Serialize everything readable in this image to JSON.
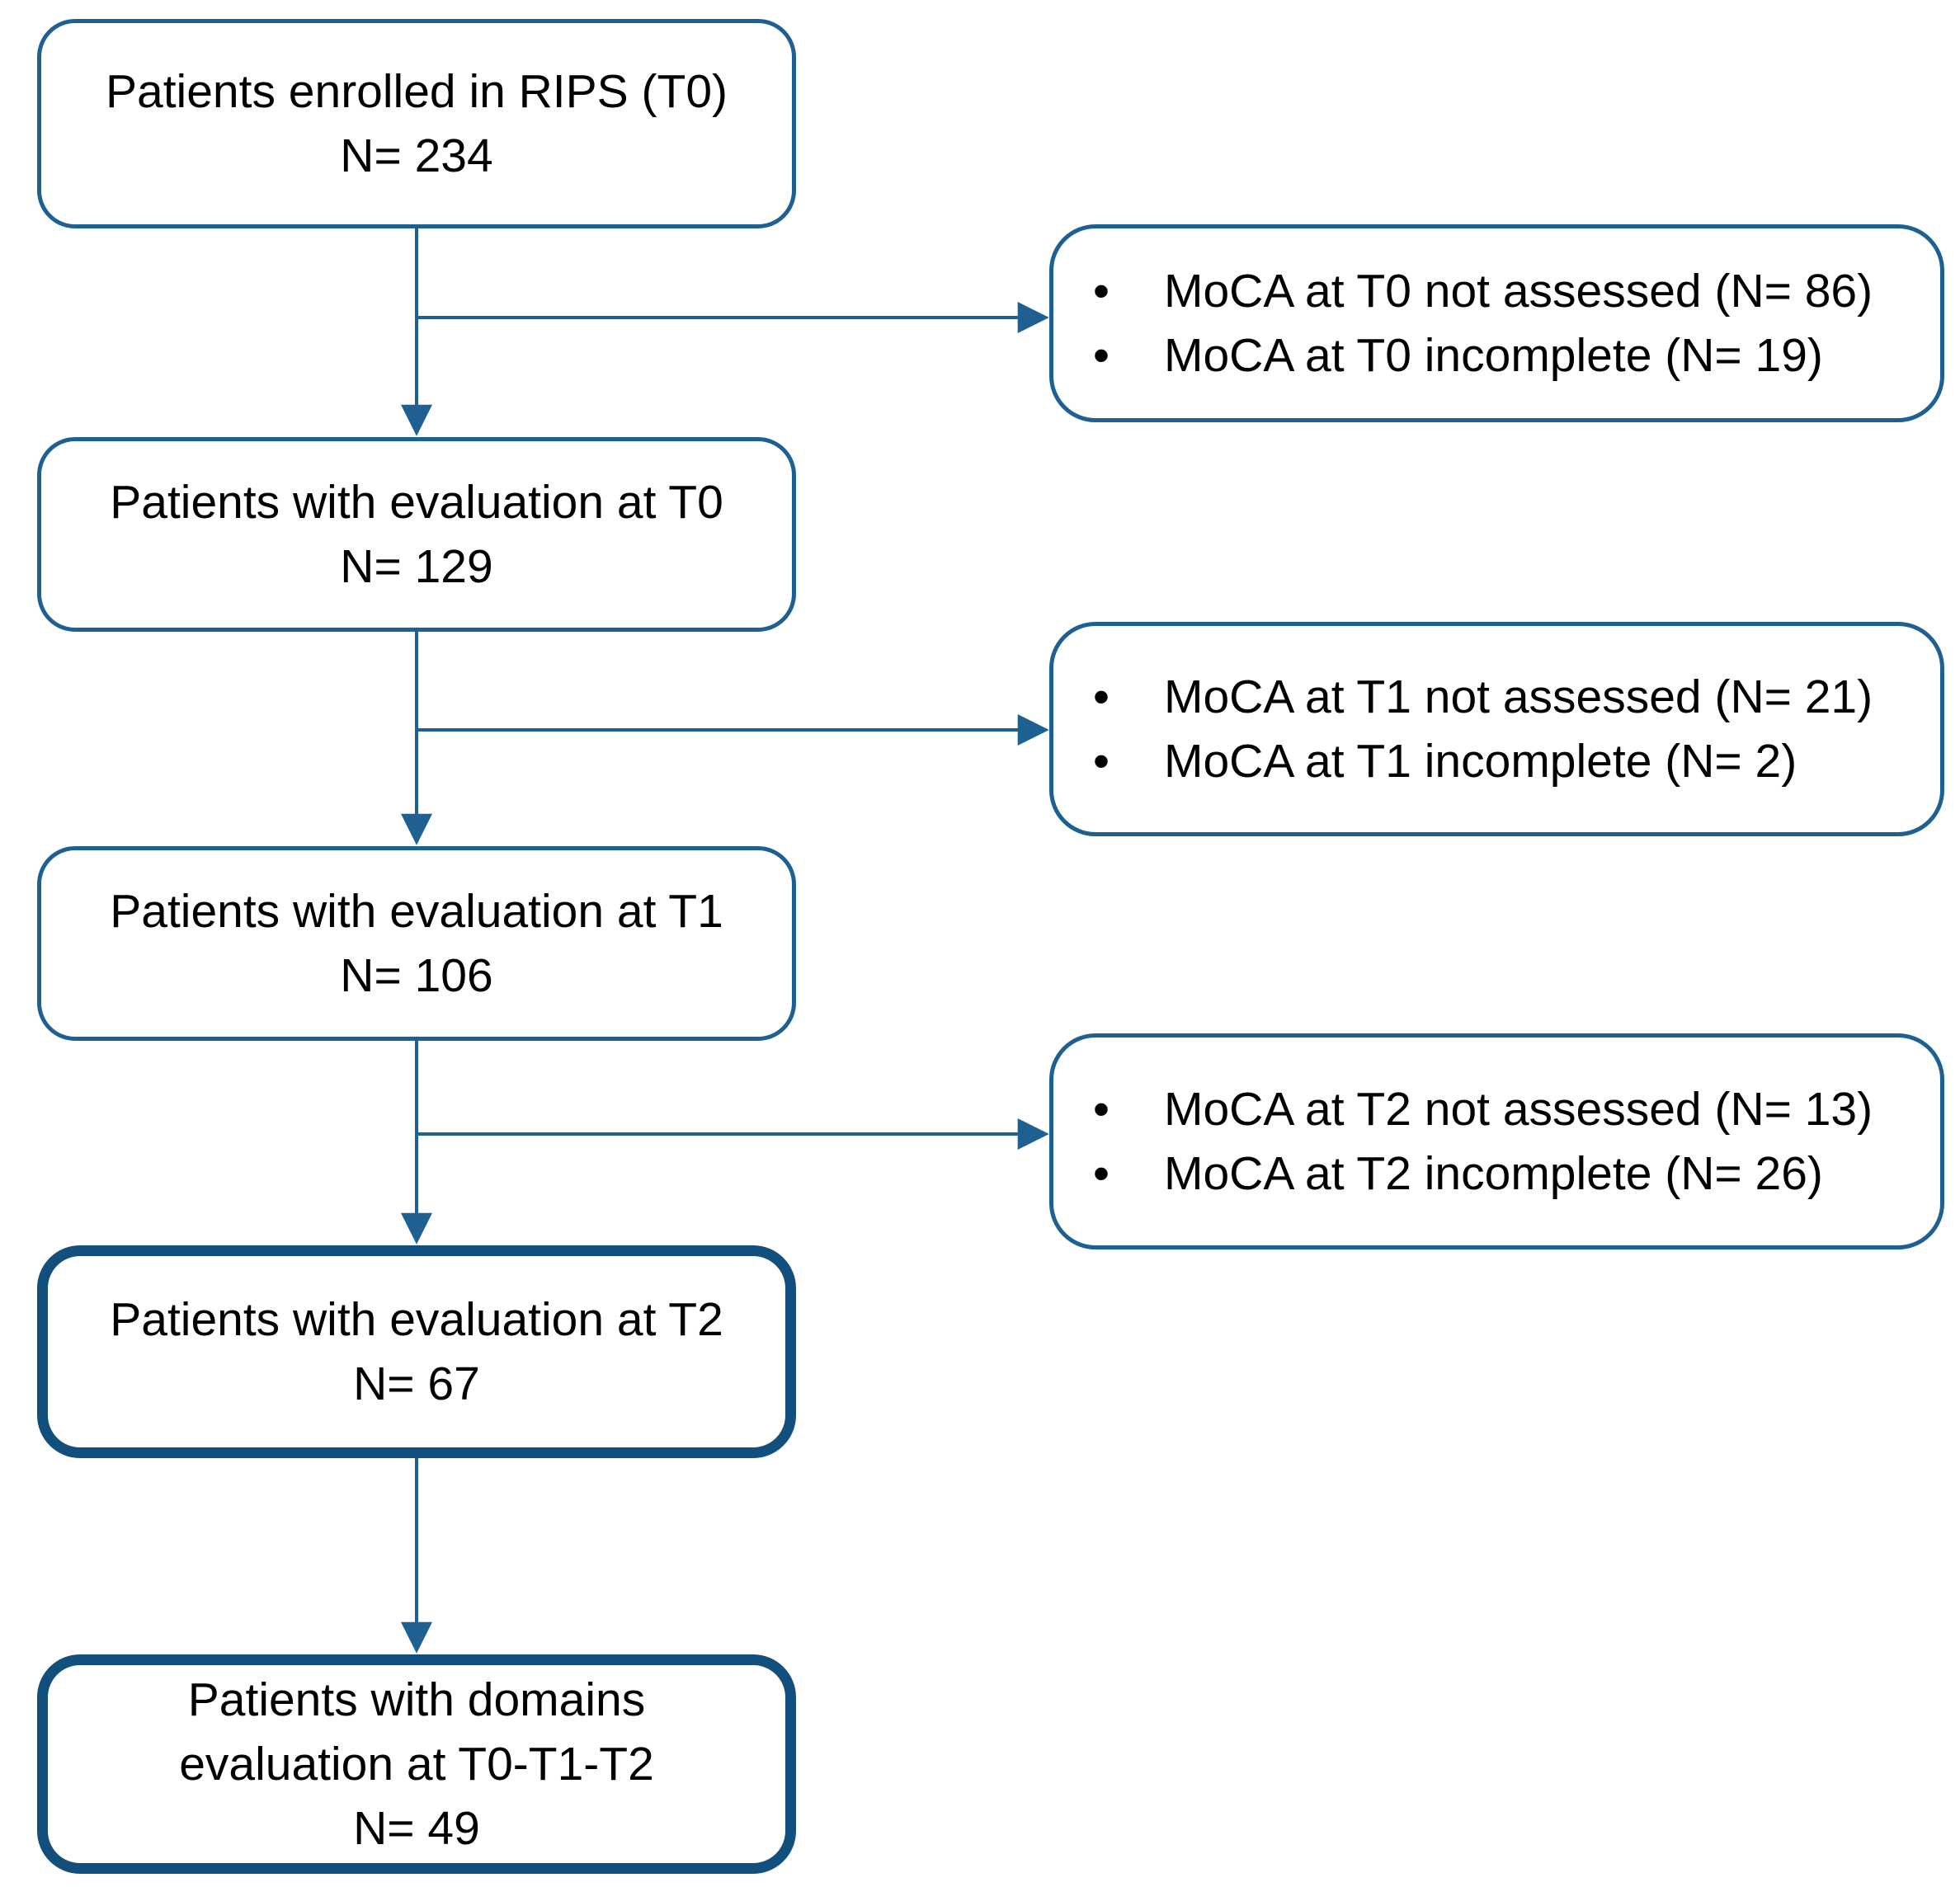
{
  "diagram": {
    "bullet_char": "•",
    "colors": {
      "line": "#1e6092",
      "thin_border": "#1e6092",
      "thick_border": "#134f7c",
      "text": "#000000",
      "background": "#ffffff"
    },
    "main_boxes": [
      {
        "id": "enrolled-t0",
        "emphasis": false,
        "text_lines": [
          "Patients enrolled in RIPS (T0)",
          "N= 234"
        ]
      },
      {
        "id": "evaluation-t0",
        "emphasis": false,
        "text_lines": [
          "Patients with evaluation at T0",
          "N= 129"
        ]
      },
      {
        "id": "evaluation-t1",
        "emphasis": false,
        "text_lines": [
          "Patients with evaluation at T1",
          "N= 106"
        ]
      },
      {
        "id": "evaluation-t2",
        "emphasis": true,
        "text_lines": [
          "Patients with evaluation at T2",
          "N= 67"
        ]
      },
      {
        "id": "domains-t0-t1-t2",
        "emphasis": true,
        "text_lines": [
          "Patients with domains",
          "evaluation at T0-T1-T2",
          "N= 49"
        ]
      }
    ],
    "exclusion_boxes": [
      {
        "id": "exclusion-t0",
        "items": [
          "MoCA at T0 not assessed (N= 86)",
          "MoCA at T0 incomplete (N= 19)"
        ]
      },
      {
        "id": "exclusion-t1",
        "items": [
          "MoCA at T1 not assessed (N= 21)",
          "MoCA at T1 incomplete (N= 2)"
        ]
      },
      {
        "id": "exclusion-t2",
        "items": [
          "MoCA at T2 not assessed (N= 13)",
          "MoCA at T2 incomplete (N= 26)"
        ]
      }
    ]
  }
}
